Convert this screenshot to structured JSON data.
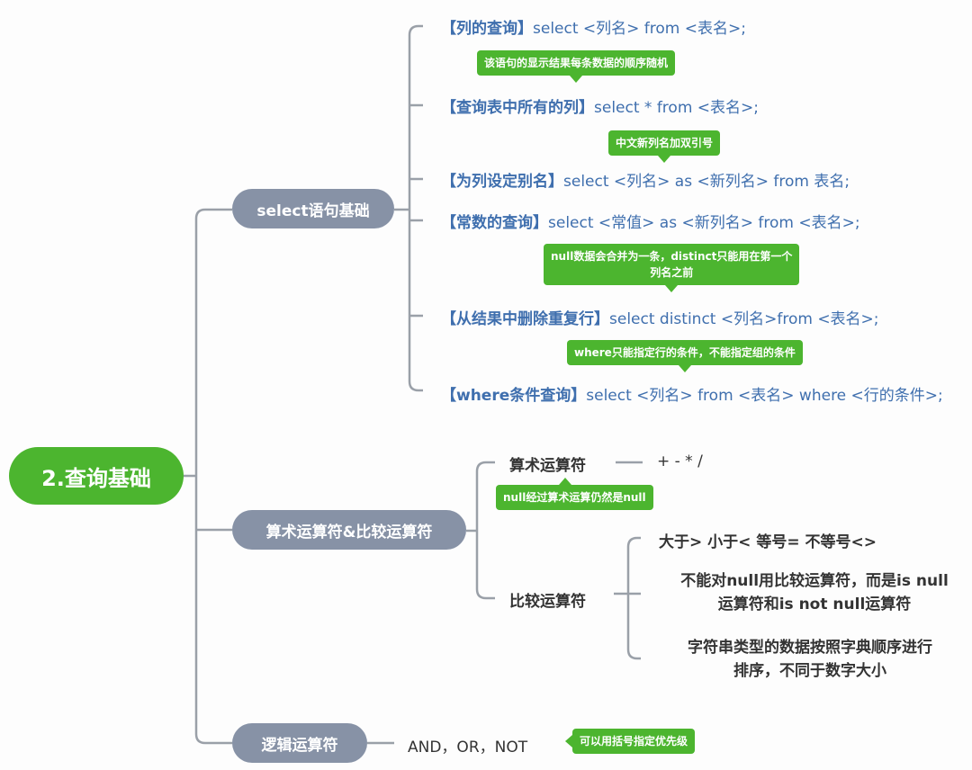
{
  "root": {
    "label": "2.查询基础"
  },
  "branches": [
    {
      "label": "select语句基础"
    },
    {
      "label": "算术运算符&比较运算符"
    },
    {
      "label": "逻辑运算符"
    }
  ],
  "select_items": [
    {
      "title": "【列的查询】",
      "code": "select <列名> from <表名>;"
    },
    {
      "title": "【查询表中所有的列】",
      "code": "select * from <表名>;"
    },
    {
      "title": "【为列设定别名】",
      "code": "select <列名> as <新列名> from 表名;"
    },
    {
      "title": "【常数的查询】",
      "code": "select <常值> as <新列名> from <表名>;"
    },
    {
      "title": "【从结果中删除重复行】",
      "code": "select distinct <列名>from <表名>;"
    },
    {
      "title": "【where条件查询】",
      "code": "select <列名> from <表名> where <行的条件>;"
    }
  ],
  "notes": {
    "n1": "该语句的显示结果每条数据的顺序随机",
    "n2": "中文新列名加双引号",
    "n3_line1": "null数据会合并为一条，distinct只能用在第一个",
    "n3_line2": "列名之前",
    "n4": "where只能指定行的条件，不能指定组的条件",
    "n5": "null经过算术运算仍然是null",
    "n6": "可以用括号指定优先级"
  },
  "arith": {
    "label": "算术运算符",
    "ops": "+ - * /"
  },
  "compare": {
    "label": "比较运算符",
    "items": [
      {
        "line1": "大于> 小于< 等号= 不等号<>"
      },
      {
        "line1": "不能对null用比较运算符，而是is null",
        "line2": "运算符和is not null运算符"
      },
      {
        "line1": "字符串类型的数据按照字典顺序进行",
        "line2": "排序，不同于数字大小"
      }
    ]
  },
  "logic": {
    "ops": "AND，OR，NOT"
  },
  "colors": {
    "root": "#4cb52f",
    "branch": "#8792a6",
    "item_text": "#3f6fae",
    "note": "#4cb52f",
    "line": "#9aa0a8"
  }
}
